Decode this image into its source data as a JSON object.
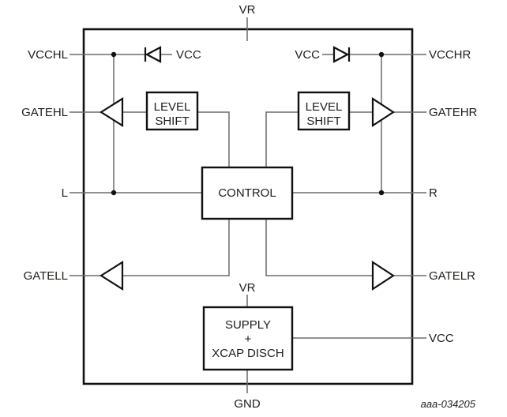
{
  "figure_id": "aaa-034205",
  "colors": {
    "background": "#ffffff",
    "outline": "#111111",
    "wire": "#6a6b6d",
    "text": "#1d1d1b"
  },
  "pins": {
    "top": {
      "label": "VR"
    },
    "bottom": {
      "label": "GND"
    },
    "left": [
      {
        "label": "VCCHL"
      },
      {
        "label": "GATEHL"
      },
      {
        "label": "L"
      },
      {
        "label": "GATELL"
      }
    ],
    "right": [
      {
        "label": "VCCHR"
      },
      {
        "label": "GATEHR"
      },
      {
        "label": "R"
      },
      {
        "label": "GATELR"
      },
      {
        "label": "VCC"
      }
    ]
  },
  "internal_labels": {
    "left_diode_net": "VCC",
    "right_diode_net": "VCC",
    "supply_vr": "VR"
  },
  "blocks": {
    "level_shift_left": {
      "line1": "LEVEL",
      "line2": "SHIFT"
    },
    "level_shift_right": {
      "line1": "LEVEL",
      "line2": "SHIFT"
    },
    "control": {
      "label": "CONTROL"
    },
    "supply": {
      "line1": "SUPPLY",
      "line2": "+",
      "line3": "XCAP DISCH"
    }
  }
}
